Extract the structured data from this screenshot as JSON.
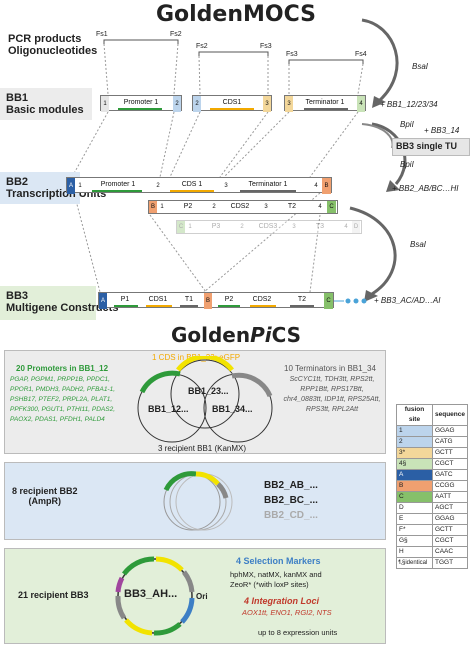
{
  "top": {
    "title": "GoldenMOCS",
    "pcr_line1": "PCR products",
    "pcr_line2": "Oligonucleotides",
    "fs_labels": [
      "Fs1",
      "Fs2",
      "Fs2",
      "Fs3",
      "Fs3",
      "Fs4"
    ],
    "bb1_line1": "BB1",
    "bb1_line2": "Basic modules",
    "bb1_modules": [
      "Promoter 1",
      "CDS1",
      "Terminator 1"
    ],
    "bb1_tags": [
      "1",
      "2",
      "2",
      "3",
      "3",
      "4"
    ],
    "bsai1": "BsaI",
    "bb1_suffix": "+ BB1_12/23/34",
    "bpil1": "BpiI",
    "bb3_14": "+ BB3_14",
    "bpil2": "BpiI",
    "single_tu": "BB3 single TU",
    "bb2_line1": "BB2",
    "bb2_line2": "Transcription Units",
    "bb2_row1": [
      "Promoter 1",
      "CDS 1",
      "Terminator 1"
    ],
    "bb2_row1_tags": [
      "A",
      "1",
      "2",
      "3",
      "4",
      "B"
    ],
    "bb2_row2": [
      "P2",
      "CDS2",
      "T2"
    ],
    "bb2_row2_tags": [
      "B",
      "1",
      "2",
      "3",
      "4",
      "C"
    ],
    "bb2_row3": [
      "P3",
      "CDS3",
      "T3"
    ],
    "bb2_row3_tags": [
      "C",
      "1",
      "2",
      "3",
      "4",
      "D"
    ],
    "bb2_suffix": "+ BB2_AB/BC…HI",
    "bsai2": "BsaI",
    "bb3_suffix": "+ BB3_AC/AD…AI",
    "bb3_line1": "BB3",
    "bb3_line2": "Multigene Constructs",
    "bb3_modules": [
      "P1",
      "CDS1",
      "T1",
      "P2",
      "CDS2",
      "T2"
    ],
    "bb3_tags": [
      "A",
      "B",
      "C"
    ]
  },
  "bottom": {
    "title_pre": "Golden",
    "title_italic": "Pi",
    "title_post": "CS",
    "cds_note": "1 CDS in BB1_23: eGFP",
    "promoters_title": "20 Promoters in BB1_12",
    "promoters": [
      "PGAP",
      "PGPM1",
      "PRPP1B",
      "PPDC1",
      "PPOR1",
      "PMDH3",
      "PADH2",
      "PFBA1-1",
      "PSHB17",
      "PTEF2",
      "PRPL2A",
      "PLAT1",
      "PPFK300",
      "PGUT1",
      "PTHI11",
      "PDAS2",
      "PAOX2",
      "PDAS1",
      "PFDH1",
      "PALD4"
    ],
    "terminators_title": "10 Terminators in BB1_34",
    "terminators": [
      "ScCYC1tt",
      "TDH3tt",
      "RPS2tt",
      "RPP1Btt",
      "RPS17Btt",
      "chr4_0883tt",
      "IDP1tt",
      "RPS25Att",
      "RPS3tt",
      "RPL2Att"
    ],
    "circle_labels": [
      "BB1_12...",
      "BB1_23...",
      "BB1_34..."
    ],
    "recipient_bb1": "3 recipient BB1 (KanMX)",
    "recipient_bb2_line1": "8 recipient BB2",
    "recipient_bb2_line2": "(AmpR)",
    "bb2_list": [
      "BB2_AB_...",
      "BB2_BC_...",
      "BB2_CD_..."
    ],
    "recipient_bb3": "21 recipient BB3",
    "bb3_plasmid": "BB3_AH...",
    "ori": "Ori",
    "markers_title": "4 Selection Markers",
    "markers_line1": "hphMX, natMX, kanMX and",
    "markers_line2": "ZeoR* (*with loxP sites)",
    "loci_title": "4 Integration Loci",
    "loci_list": "AOX1tt, ENO1, RGI2, NTS",
    "expression": "up to 8 expression units"
  },
  "fusion_table": {
    "headers": [
      "fusion site",
      "sequence"
    ],
    "rows": [
      {
        "site": "1",
        "seq": "GGAG",
        "color": "#bcd4ec"
      },
      {
        "site": "2",
        "seq": "CATG",
        "color": "#bcd4ec"
      },
      {
        "site": "3*",
        "seq": "GCTT",
        "color": "#f3d79a"
      },
      {
        "site": "4§",
        "seq": "CGCT",
        "color": "#c9e3b8"
      },
      {
        "site": "A",
        "seq": "GATC",
        "color": "#2b5fa5"
      },
      {
        "site": "B",
        "seq": "CCGG",
        "color": "#f0a070"
      },
      {
        "site": "C",
        "seq": "AATT",
        "color": "#86c06a"
      },
      {
        "site": "D",
        "seq": "AGCT",
        "color": "#ffffff"
      },
      {
        "site": "E",
        "seq": "GGAG",
        "color": "#ffffff"
      },
      {
        "site": "F*",
        "seq": "GCTT",
        "color": "#ffffff"
      },
      {
        "site": "G§",
        "seq": "CGCT",
        "color": "#ffffff"
      },
      {
        "site": "H",
        "seq": "CAAC",
        "color": "#ffffff"
      },
      {
        "site": "I",
        "seq": "TGGT",
        "color": "#ffffff"
      }
    ],
    "footnote": "*,§identical"
  },
  "colors": {
    "blue_panel": "#dbe7f4",
    "green_panel": "#e2efd9",
    "gray_panel": "#ececec",
    "promoter_green": "#2e9a3a",
    "cds_orange": "#f2a900",
    "terminator_gray": "#666666",
    "site_A": "#2b5fa5",
    "site_B": "#f0a070",
    "site_C": "#86c06a"
  }
}
